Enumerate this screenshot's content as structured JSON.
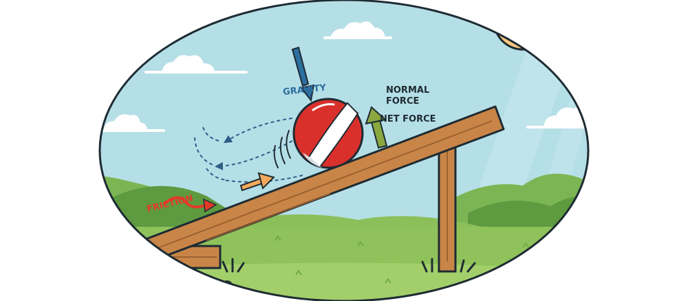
{
  "labels": {
    "gravity": "GRAVITY",
    "normal_force_line1": "NORMAL",
    "normal_force_line2": "FORCE",
    "net_force": "NET FORCE",
    "friction": "FRICTION"
  },
  "colors": {
    "sky": "#b5dfe6",
    "grass": "#8fc25a",
    "grass_dark": "#6fa946",
    "hill_dark": "#5e9a40",
    "hill_light": "#7cb654",
    "wood": "#c98547",
    "wood_dark": "#9c6130",
    "ball_red": "#d9302c",
    "ball_stripe": "#ffffff",
    "sun": "#f8c77e",
    "gravity_arrow": "#2d6e9f",
    "normal_arrow": "#8aa840",
    "friction_arrow": "#e23a2a",
    "motion_arrow": "#f3a95b",
    "outline": "#1e2b33"
  },
  "icons": {
    "ball": "ball-icon",
    "sun": "sun-icon",
    "cloud": "cloud-icon"
  }
}
